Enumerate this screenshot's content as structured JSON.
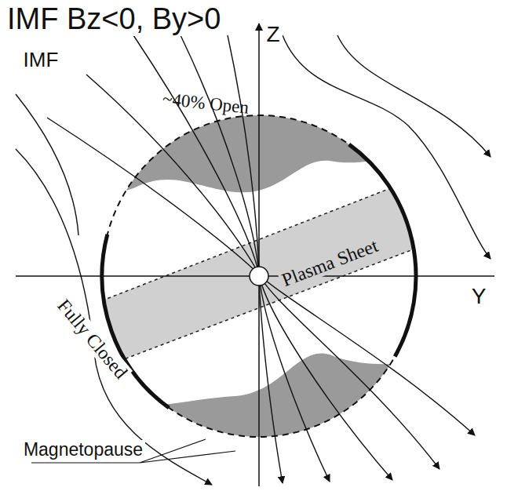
{
  "diagram": {
    "title": "IMF Bz<0, By>0",
    "labels": [
      "IMF",
      "~40% Open",
      "Z",
      "Y",
      "Plasma Sheet",
      "Fully Closed",
      "Magnetopause"
    ]
  }
}
